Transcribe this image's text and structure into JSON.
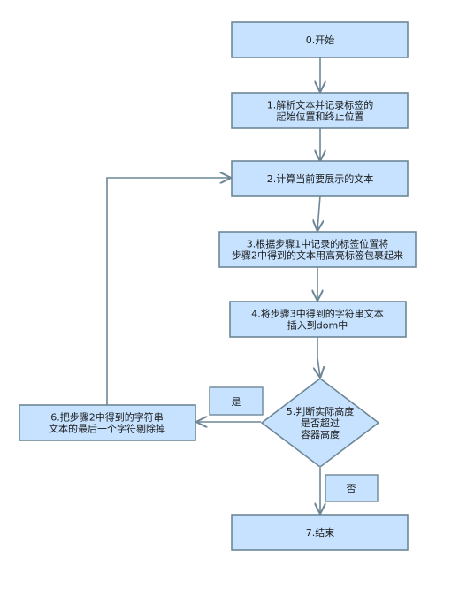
{
  "colors": {
    "node_fill": "#c6e2ff",
    "node_stroke": "#6d8797",
    "edge": "#6d8797",
    "label_fill": "#c6e2ff"
  },
  "nodes": {
    "start": {
      "lines": [
        "0.开始"
      ]
    },
    "parse": {
      "lines": [
        "1.解析文本并记录标签的",
        "起始位置和终止位置"
      ]
    },
    "compute": {
      "lines": [
        "2.计算当前要展示的文本"
      ]
    },
    "wrap": {
      "lines": [
        "3.根据步骤1中记录的标签位置将",
        "步骤2中得到的文本用高亮标签包裹起来"
      ]
    },
    "insert": {
      "lines": [
        "4.将步骤3中得到的字符串文本",
        "插入到dom中"
      ]
    },
    "decide": {
      "lines": [
        "5.判断实际高度",
        "是否超过",
        "容器高度"
      ]
    },
    "trim": {
      "lines": [
        "6.把步骤2中得到的字符串",
        "文本的最后一个字符剔除掉"
      ]
    },
    "end": {
      "lines": [
        "7.结束"
      ]
    }
  },
  "edge_labels": {
    "yes": "是",
    "no": "否"
  }
}
